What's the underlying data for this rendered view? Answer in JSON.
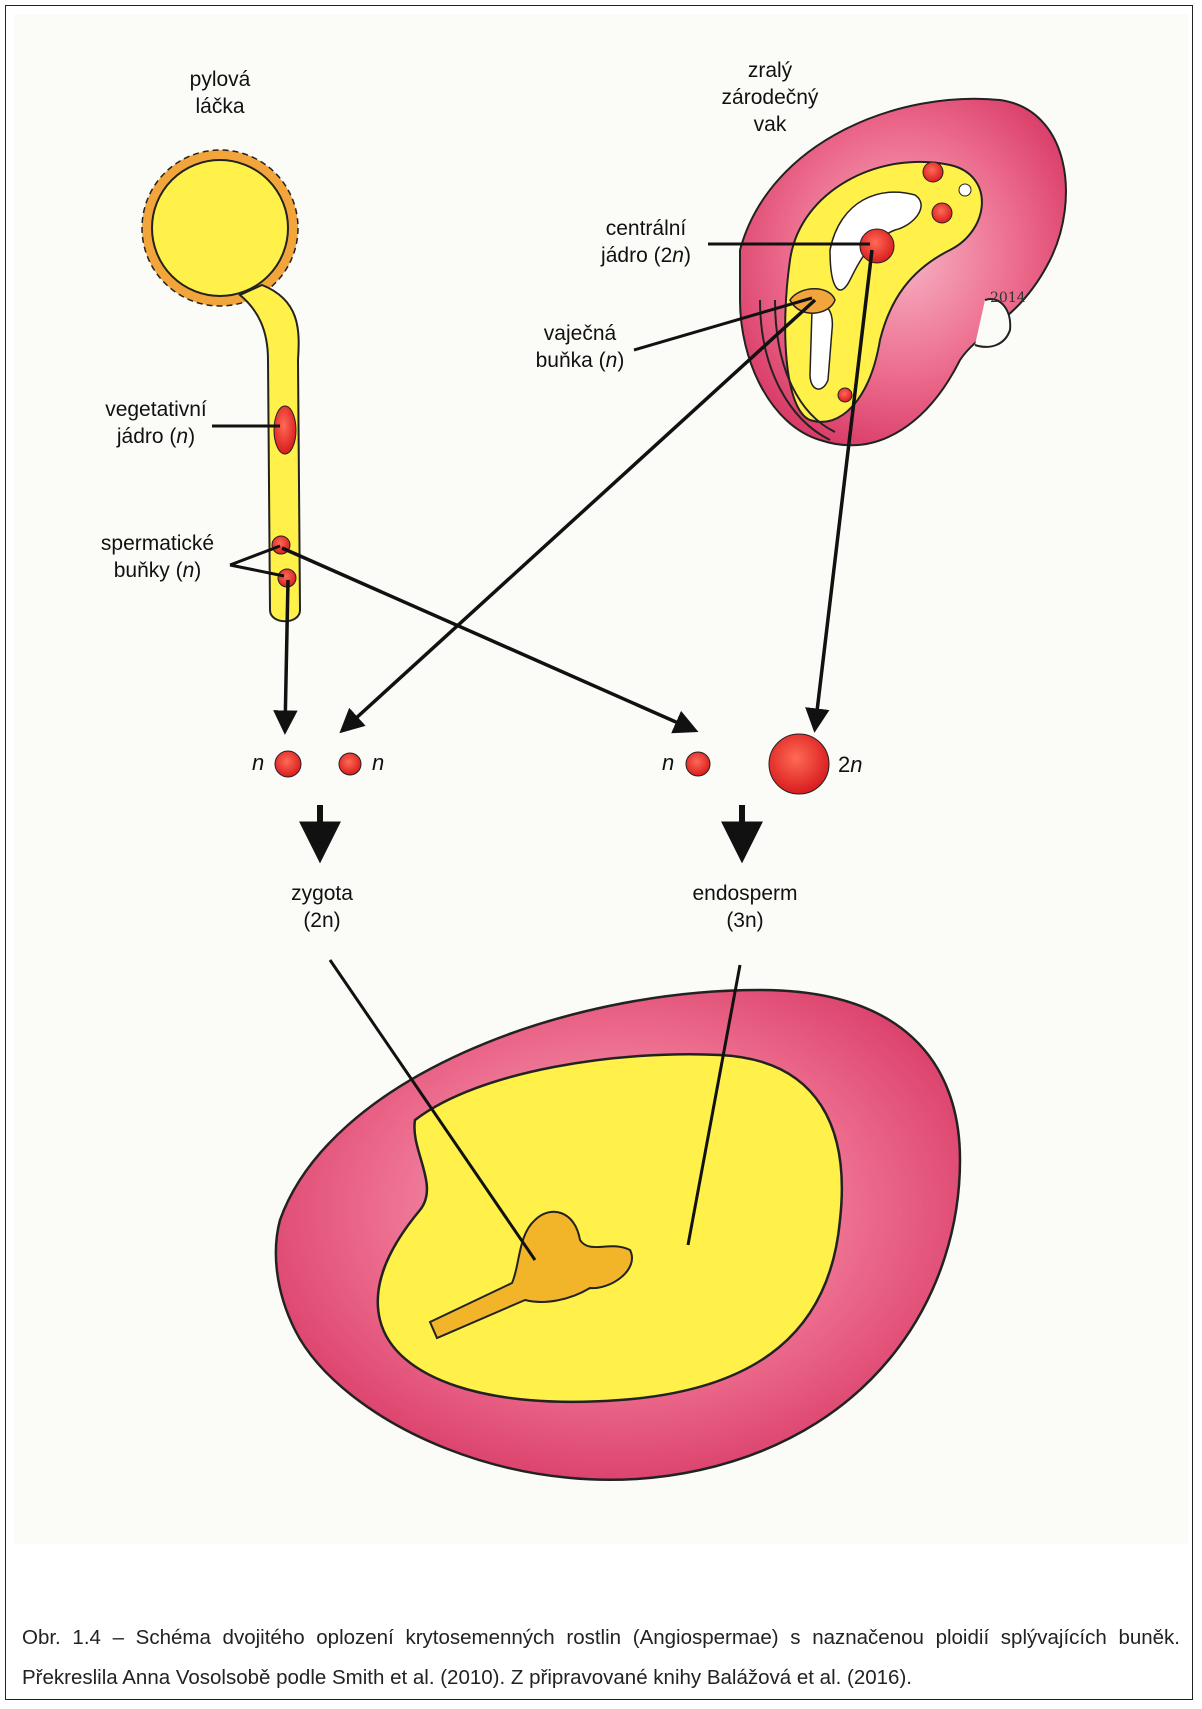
{
  "labels": {
    "pollen_tube_1": "pylová",
    "pollen_tube_2": "láčka",
    "sac_1": "zralý",
    "sac_2": "zárodečný",
    "sac_3": "vak",
    "central_1": "centrální",
    "central_2": "jádro (2",
    "egg_1": "vaječná",
    "egg_2": "buňka (",
    "veg_1": "vegetativní",
    "veg_2": "jádro (",
    "sperm_1": "spermatické",
    "sperm_2": "buňky (",
    "n_sym": "n",
    "two": "2",
    "zygote": "zygota",
    "zygote_ploidy": "(2n)",
    "endosperm": "endosperm",
    "endosperm_ploidy": "(3n)"
  },
  "ploidy_marks": {
    "n1": "n",
    "n2": "n",
    "n3": "n",
    "two_n": "2n"
  },
  "signature": "2014",
  "caption": "Obr. 1.4 – Schéma dvojitého oplození krytosemenných rostlin (Angiospermae) s naznačenou ploidií splývajících buněk. Překreslila Anna Vosolsobě podle Smith et al. (2010). Z připravované knihy Balážová et al. (2016).",
  "colors": {
    "yellow": "#fff04a",
    "orange_edge": "#f2a53a",
    "pink": "#e8557a",
    "red_nucleus": "#e8282a",
    "embryo": "#f2b52a"
  }
}
